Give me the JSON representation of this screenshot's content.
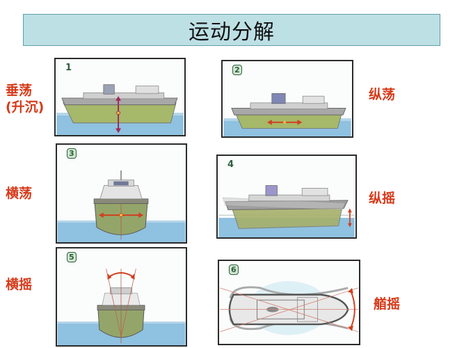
{
  "title": "运动分解",
  "colors": {
    "title_bg": "#bde0e5",
    "label_red": "#d63a1a",
    "sea": "#8fc1e0",
    "hull": "#a8b86a",
    "arrow": "#c0392b"
  },
  "panels": [
    {
      "number": "1",
      "label_line1": "垂荡",
      "label_line2": "(升沉)",
      "motion": "heave",
      "view": "side"
    },
    {
      "number": "2",
      "label_line1": "纵荡",
      "motion": "surge",
      "view": "side"
    },
    {
      "number": "3",
      "label_line1": "横荡",
      "motion": "sway",
      "view": "front"
    },
    {
      "number": "4",
      "label_line1": "纵摇",
      "motion": "pitch",
      "view": "side"
    },
    {
      "number": "5",
      "label_line1": "横摇",
      "motion": "roll",
      "view": "front"
    },
    {
      "number": "6",
      "label_line1": "艏摇",
      "motion": "yaw",
      "view": "top"
    }
  ]
}
